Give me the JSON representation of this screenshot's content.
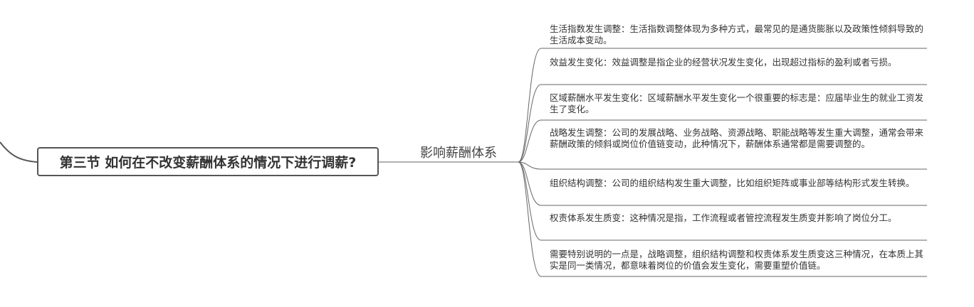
{
  "root": {
    "title": "第三节  如何在不改变薪酬体系的情况下进行调薪?"
  },
  "branch": {
    "label": "影响薪酬体系"
  },
  "leaves": [
    "生活指数发生调整：生活指数调整体现为多种方式，最常见的是通货膨胀以及政策性倾斜导致的生活成本变动。",
    "效益发生变化：效益调整是指企业的经营状况发生变化，出现超过指标的盈利或者亏损。",
    "区域薪酬水平发生变化：区域薪酬水平发生变化一个很重要的标志是：应届毕业生的就业工资发生了变化。",
    "战略发生调整：公司的发展战略、业务战略、资源战略、职能战略等发生重大调整，通常会带来薪酬政策的倾斜或岗位价值链变动，此种情况下，薪酬体系通常都是需要调整的。",
    "组织结构调整：公司的组织结构发生重大调整，比如组织矩阵或事业部等结构形式发生转换。",
    "权责体系发生质变：这种情况是指，工作流程或者管控流程发生质变并影响了岗位分工。",
    "需要特别说明的一点是，战略调整，组织结构调整和权责体系发生质变这三种情况，在本质上其实是同一类情况，都意味着岗位的价值会发生变化，需要重塑价值链。"
  ]
}
